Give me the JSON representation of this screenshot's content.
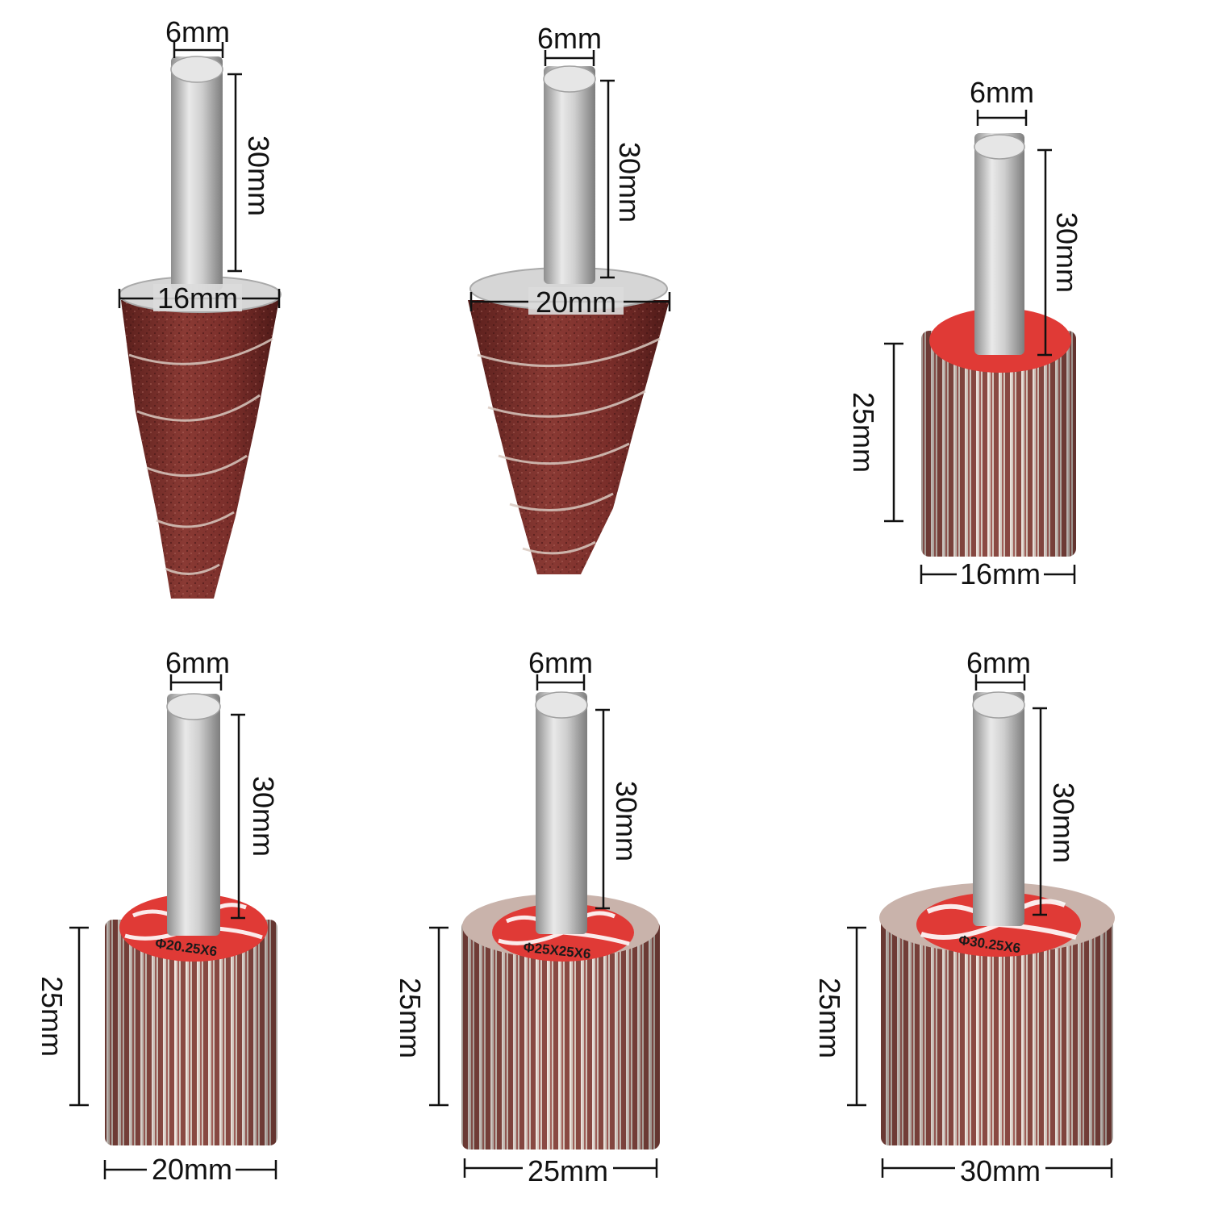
{
  "tools": [
    {
      "id": "cone-16",
      "shank_label": "6mm",
      "length_label": "30mm",
      "head_label": "16mm"
    },
    {
      "id": "cone-20",
      "shank_label": "6mm",
      "length_label": "30mm",
      "head_label": "20mm"
    },
    {
      "id": "flap-16",
      "shank_label": "6mm",
      "length_label": "30mm",
      "height_label": "25mm",
      "head_label": "16mm"
    },
    {
      "id": "flap-20",
      "shank_label": "6mm",
      "length_label": "30mm",
      "height_label": "25mm",
      "head_label": "20mm",
      "disc_label": "Φ20.25X6"
    },
    {
      "id": "flap-25",
      "shank_label": "6mm",
      "length_label": "30mm",
      "height_label": "25mm",
      "head_label": "25mm",
      "disc_label": "Φ25X25X6"
    },
    {
      "id": "flap-30",
      "shank_label": "6mm",
      "length_label": "30mm",
      "height_label": "25mm",
      "head_label": "30mm",
      "disc_label": "Φ30.25X6"
    }
  ],
  "colors": {
    "abrasive": "#7a2e2a",
    "flap": "#a0675f",
    "flap_light": "#d9cdc5",
    "shank": "#c8c8c8",
    "disc_red": "#e03a36"
  }
}
